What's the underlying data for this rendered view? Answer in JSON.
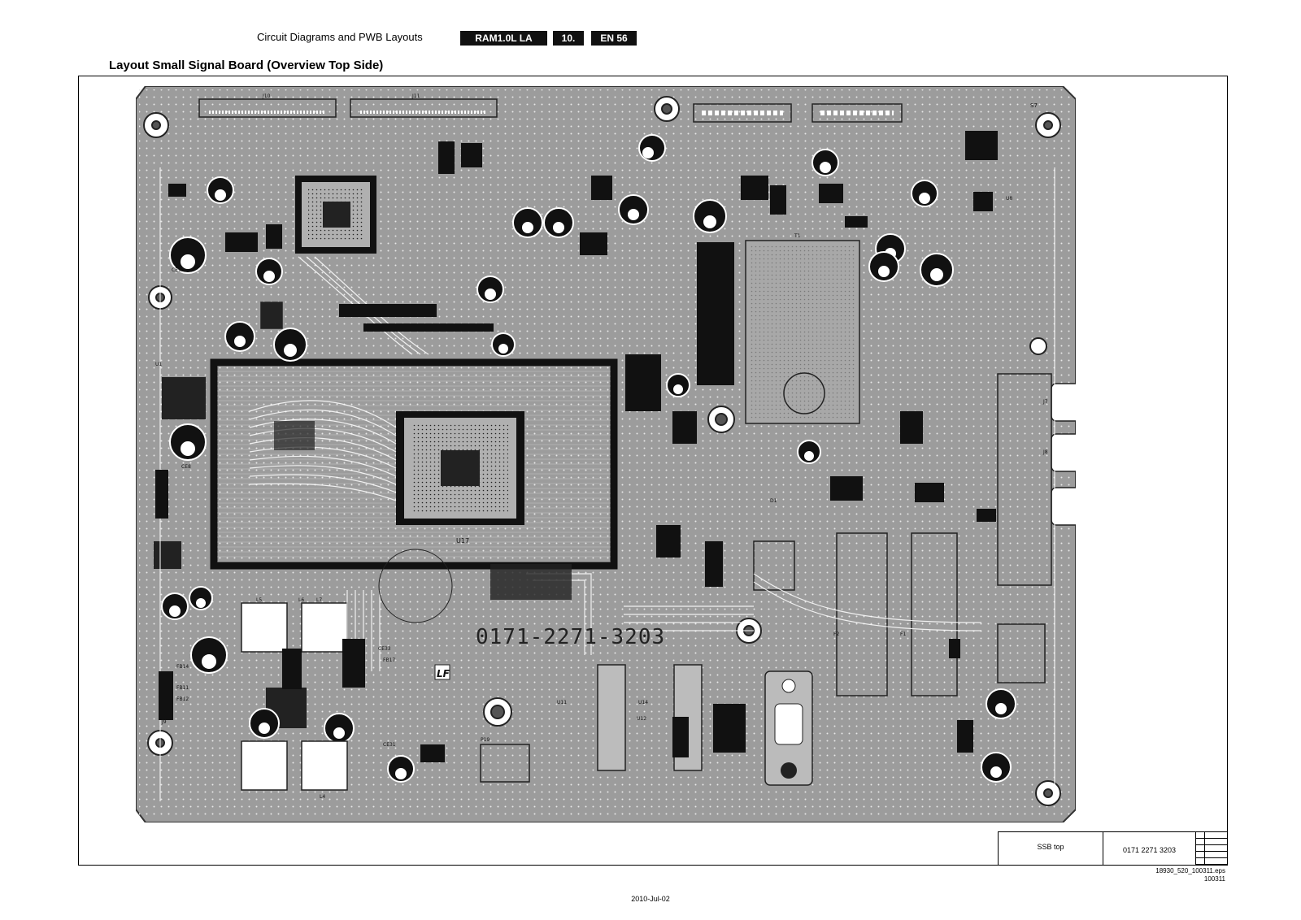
{
  "header": {
    "section": "Circuit Diagrams and PWB Layouts",
    "model": "RAM1.0L LA",
    "chapter": "10.",
    "page": "EN 56"
  },
  "title": "Layout Small Signal Board (Overview Top Side)",
  "board": {
    "pcb_number": "0171-2271-3203",
    "logo": "LF",
    "colors": {
      "board": "#9c9c9c",
      "trace": "#ffffff",
      "dark": "#111111"
    },
    "labels": [
      "J10",
      "J11",
      "J9",
      "T1",
      "U17",
      "U8",
      "S7",
      "F1",
      "F2",
      "L5",
      "L6",
      "L7",
      "L4",
      "U1",
      "D1",
      "CE15",
      "CE8",
      "CE31",
      "CE33",
      "FB17",
      "FB14",
      "FB11",
      "FB12",
      "P19",
      "U11",
      "U14",
      "U12",
      "J7",
      "J8"
    ]
  },
  "title_block": {
    "description": "SSB top",
    "part_number": "0171 2271 3203"
  },
  "file_id": {
    "name": "18930_520_100311.eps",
    "number": "100311"
  },
  "date": "2010-Jul-02"
}
